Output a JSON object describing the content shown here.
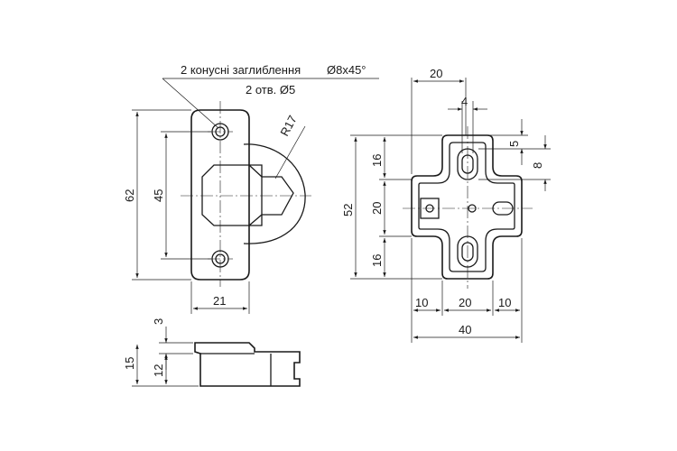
{
  "annotations": {
    "cone_recesses": "2 конусні заглиблення",
    "cone_size": "Ø8x45°",
    "holes": "2 отв. Ø5",
    "radius": "R17"
  },
  "dimensions": {
    "front_height": "62",
    "front_hole_spacing": "45",
    "front_width": "21",
    "side_top": "3",
    "side_total": "15",
    "side_body": "12",
    "plate_top_width": "20",
    "plate_slot_width": "4",
    "plate_slot_offset": "5",
    "plate_slot_length": "8",
    "plate_height": "52",
    "plate_upper": "16",
    "plate_mid": "20",
    "plate_lower": "16",
    "plate_left": "10",
    "plate_center": "20",
    "plate_right": "10",
    "plate_width": "40"
  }
}
